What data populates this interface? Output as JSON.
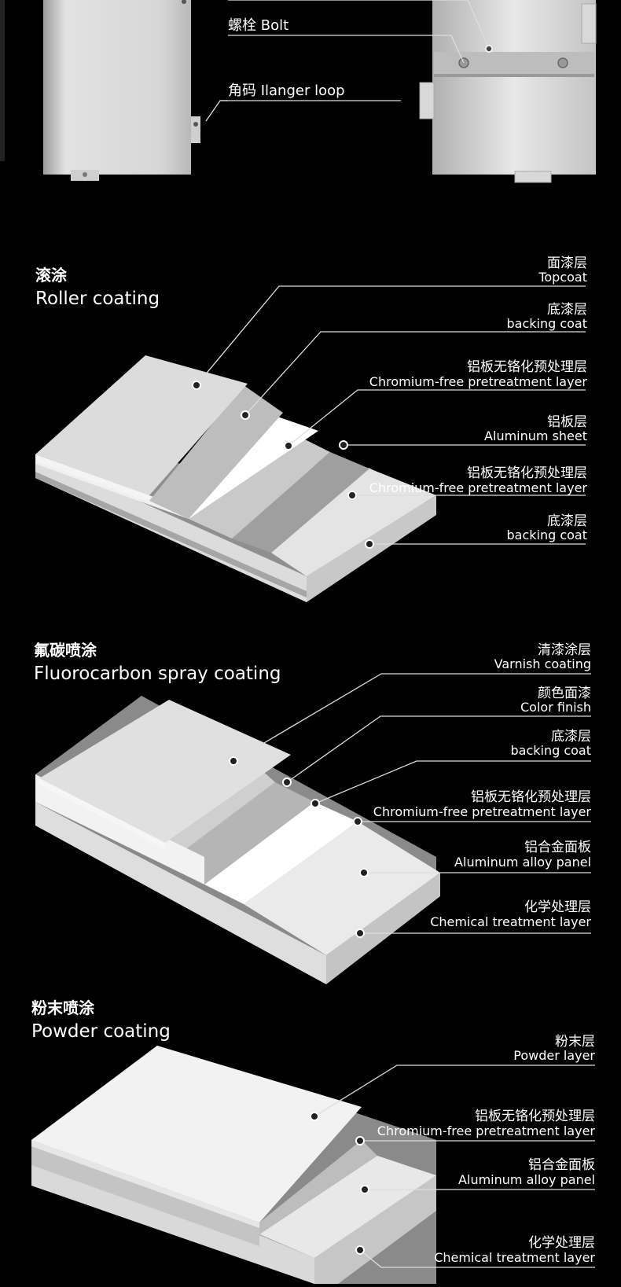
{
  "top": {
    "bolt_label": "螺栓 Bolt",
    "hanger_label": "角码 Ilanger loop"
  },
  "roller": {
    "title_cn": "滚涂",
    "title_en": "Roller coating",
    "layers": [
      {
        "cn": "面漆层",
        "en": "Topcoat"
      },
      {
        "cn": "底漆层",
        "en": "backing coat"
      },
      {
        "cn": "铝板无铬化预处理层",
        "en": "Chromium-free pretreatment layer"
      },
      {
        "cn": "铝板层",
        "en": "Aluminum sheet"
      },
      {
        "cn": "铝板无铬化预处理层",
        "en": "Chromium-free pretreatment layer"
      },
      {
        "cn": "底漆层",
        "en": "backing coat"
      }
    ]
  },
  "fluoro": {
    "title_cn": "氟碳喷涂",
    "title_en": "Fluorocarbon spray coating",
    "layers": [
      {
        "cn": "清漆涂层",
        "en": "Varnish coating"
      },
      {
        "cn": "颜色面漆",
        "en": "Color finish"
      },
      {
        "cn": "底漆层",
        "en": "backing coat"
      },
      {
        "cn": "铝板无铬化预处理层",
        "en": "Chromium-free pretreatment layer"
      },
      {
        "cn": "铝合金面板",
        "en": "Aluminum alloy panel"
      },
      {
        "cn": "化学处理层",
        "en": "Chemical treatment layer"
      }
    ]
  },
  "powder": {
    "title_cn": "粉末喷涂",
    "title_en": "Powder coating",
    "layers": [
      {
        "cn": "粉末层",
        "en": "Powder layer"
      },
      {
        "cn": "铝板无铬化预处理层",
        "en": "Chromium-free pretreatment layer"
      },
      {
        "cn": "铝合金面板",
        "en": "Aluminum alloy panel"
      },
      {
        "cn": "化学处理层",
        "en": "Chemical treatment layer"
      }
    ]
  }
}
